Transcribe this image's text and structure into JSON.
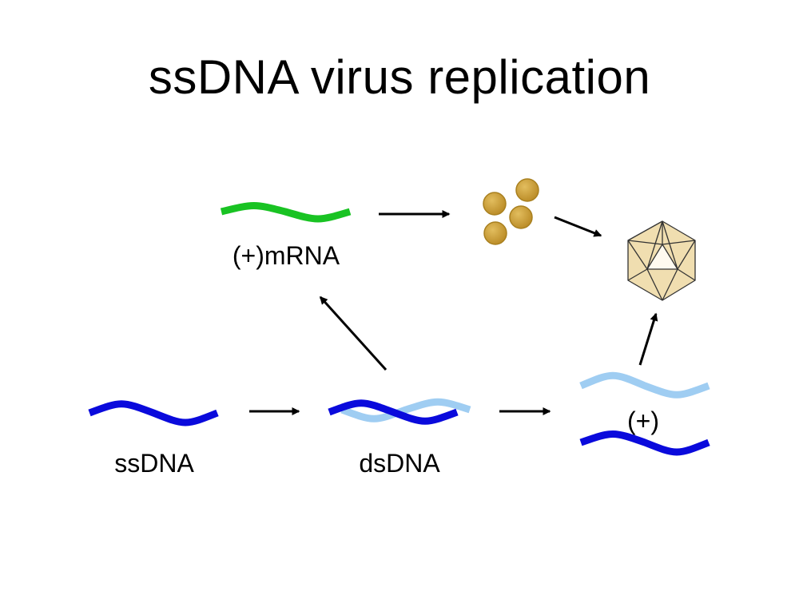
{
  "title": "ssDNA virus replication",
  "labels": {
    "mrna": "(+)mRNA",
    "ssdna": "ssDNA",
    "dsdna": "dsDNA",
    "plus": "(+)"
  },
  "colors": {
    "dark_blue": "#0a0adc",
    "light_blue": "#9fcdf2",
    "green": "#19c323",
    "protein_fill": "#cfa33f",
    "protein_stroke": "#a9801f",
    "capsid_fill": "#f0deb0",
    "capsid_stroke": "#333333",
    "arrow": "#000000"
  },
  "icons": [
    "mrna-strand",
    "protein-subunits",
    "capsid-icosahedron"
  ]
}
